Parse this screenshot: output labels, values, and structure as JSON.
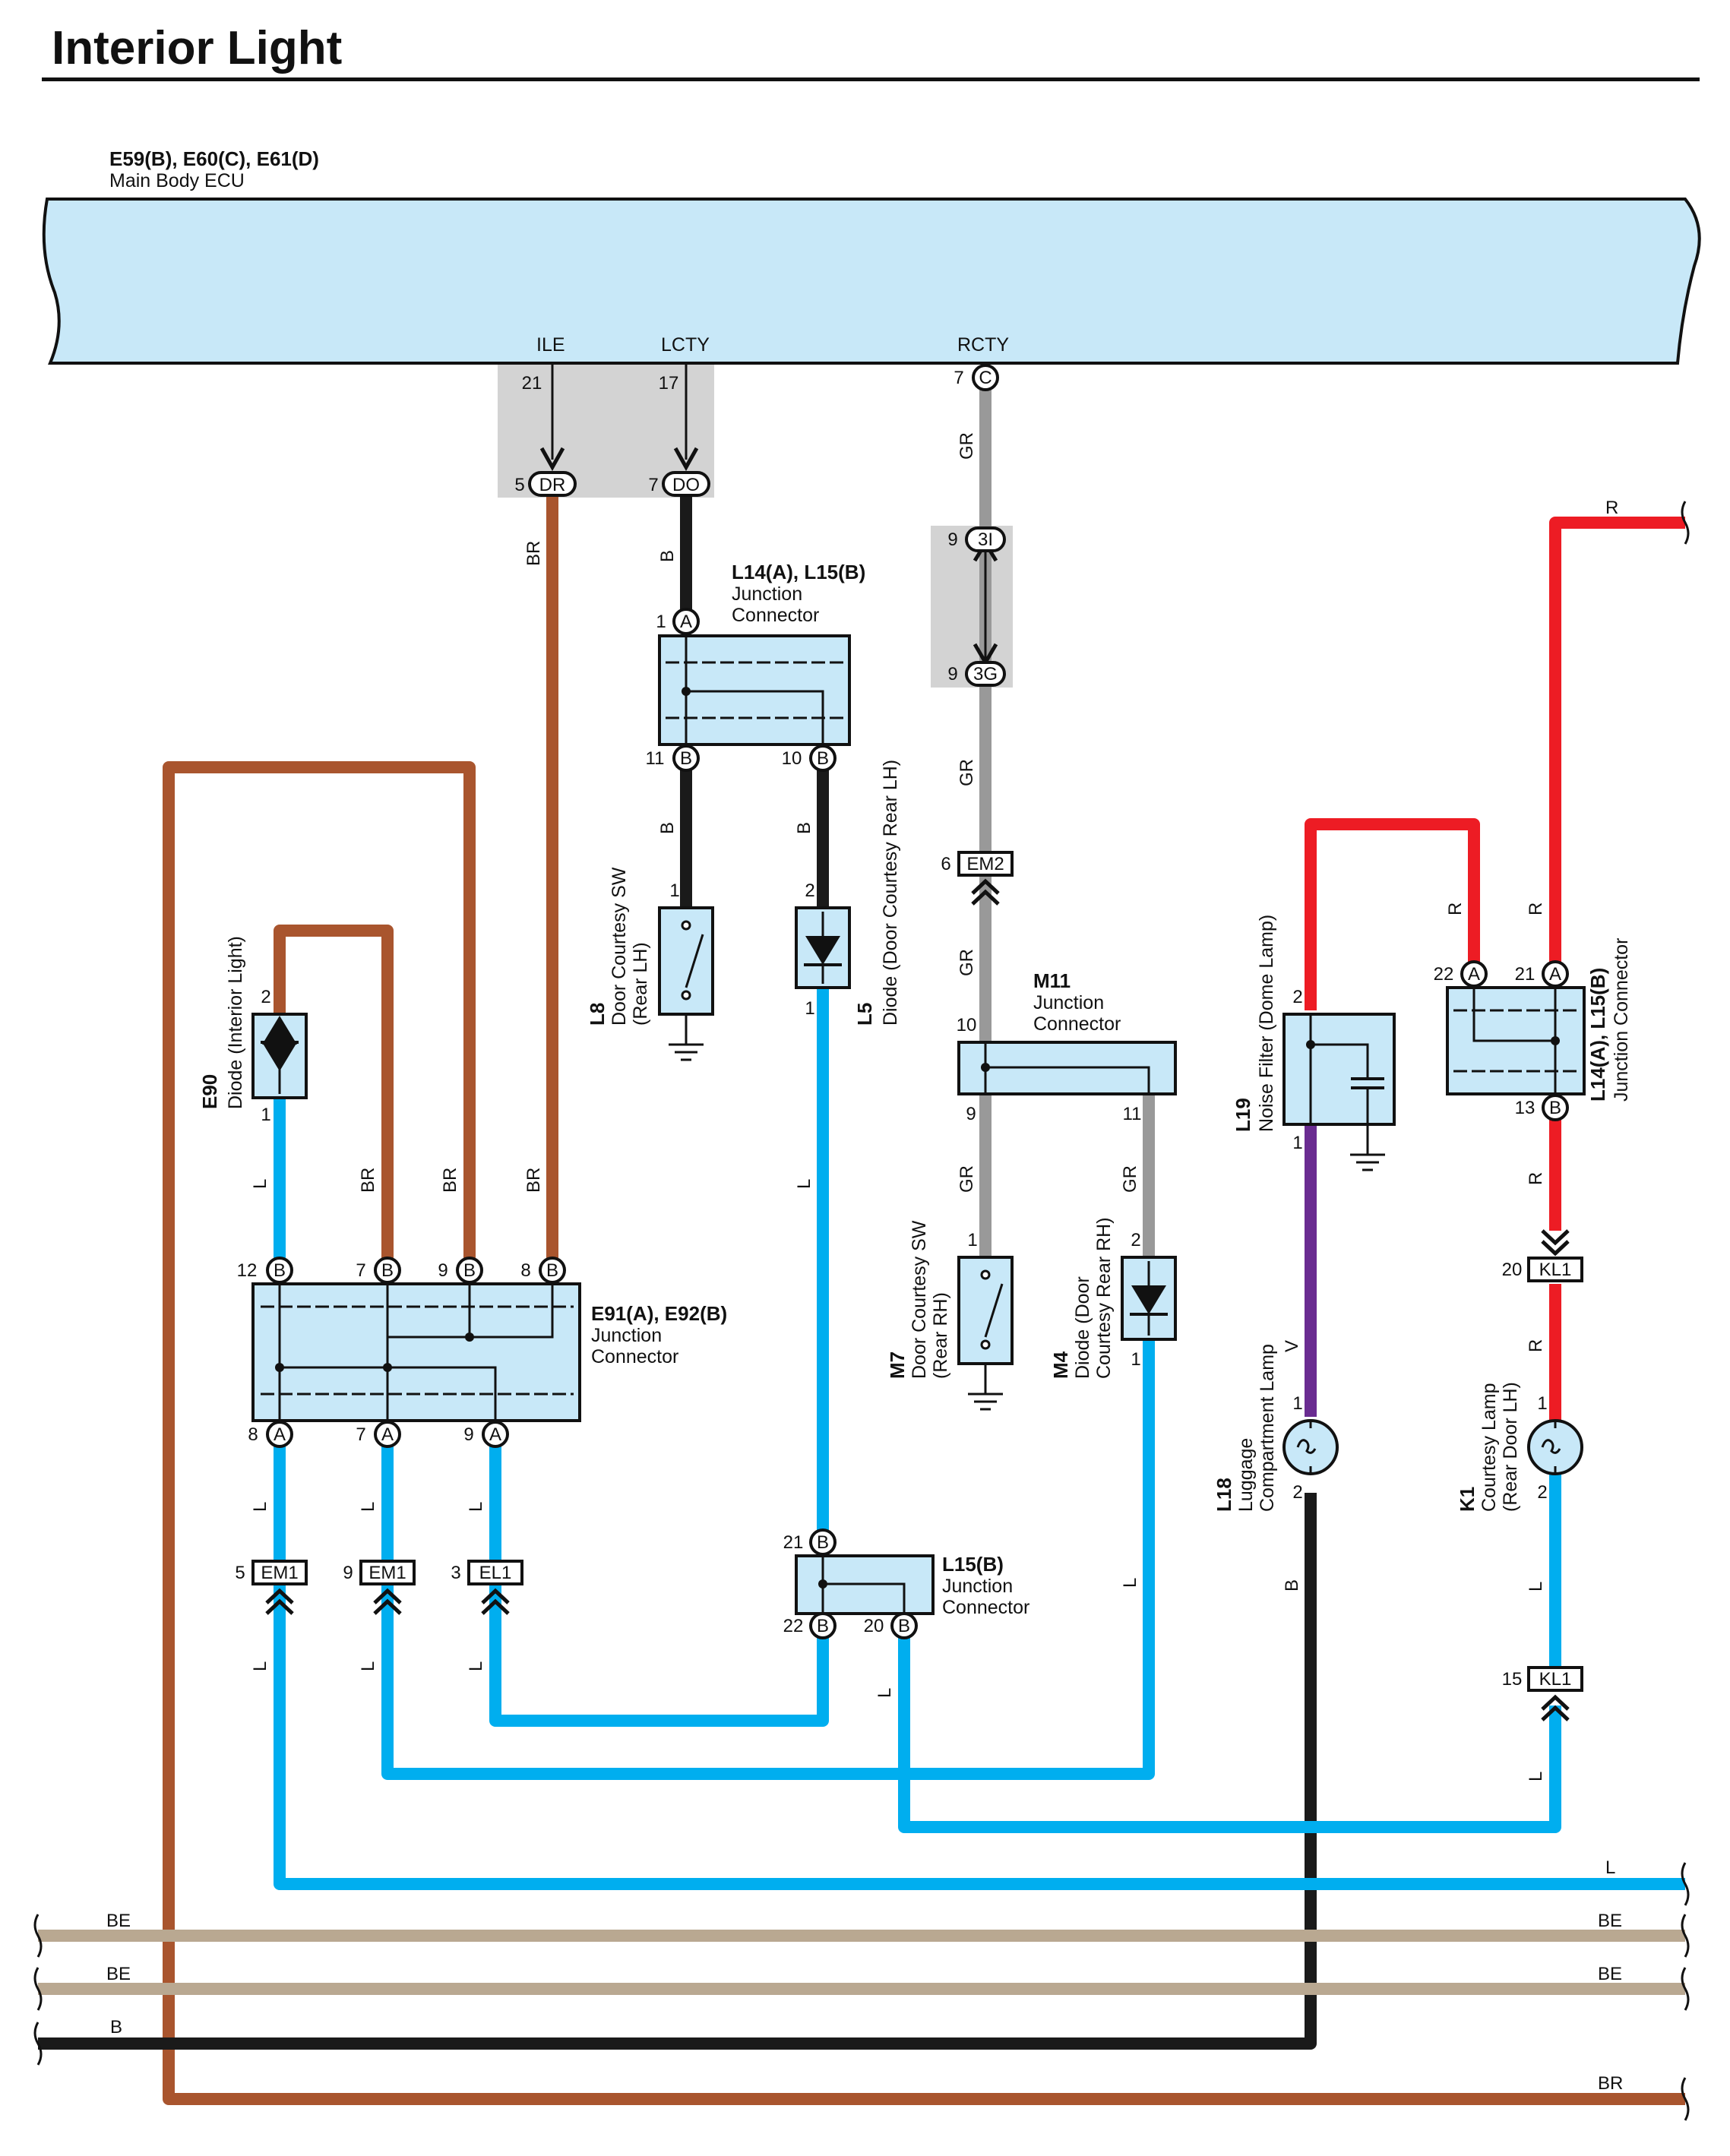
{
  "title": "Interior Light",
  "colors": {
    "BR": "#a9552e",
    "B": "#1a1a1a",
    "L": "#00aeef",
    "GR": "#999999",
    "R": "#ed1c24",
    "V": "#6a2c91",
    "BE": "#b9a891",
    "component_fill": "#c8e8f8",
    "shade": "#d3d3d3"
  },
  "ecu": {
    "name": "E59(B), E60(C), E61(D)",
    "desc": "Main Body ECU",
    "signals": {
      "ile": "ILE",
      "lcty": "LCTY",
      "rcty": "RCTY"
    },
    "pins": {
      "ile": "21",
      "lcty": "17",
      "rcty": "7",
      "rcty_conn": "C"
    }
  },
  "connectors": {
    "dr": {
      "code": "DR",
      "pin": "5"
    },
    "do": {
      "code": "DO",
      "pin": "7"
    },
    "c3i": {
      "code": "3I",
      "pin": "9"
    },
    "c3g": {
      "code": "3G",
      "pin": "9"
    },
    "em2": {
      "code": "EM2",
      "pin": "6"
    },
    "em1a": {
      "code": "EM1",
      "pin": "5"
    },
    "em1b": {
      "code": "EM1",
      "pin": "9"
    },
    "el1": {
      "code": "EL1",
      "pin": "3"
    },
    "kl1a": {
      "code": "KL1",
      "pin": "20"
    },
    "kl1b": {
      "code": "KL1",
      "pin": "15"
    }
  },
  "components": {
    "jc_top": {
      "name": "L14(A), L15(B)",
      "desc1": "Junction",
      "desc2": "Connector",
      "pin_in": "1",
      "pin_in_conn": "A",
      "pin_l": "11",
      "pin_r": "10",
      "pin_conn": "B"
    },
    "l8": {
      "name": "L8",
      "desc1": "Door Courtesy SW",
      "desc2": "(Rear LH)",
      "pin": "1"
    },
    "l5": {
      "name": "L5",
      "desc": "Diode (Door Courtesy Rear LH)",
      "pin_top": "2",
      "pin_bot": "1"
    },
    "e90": {
      "name": "E90",
      "desc": "Diode (Interior Light)",
      "pin_top": "2",
      "pin_bot": "1"
    },
    "e91": {
      "name": "E91(A), E92(B)",
      "desc1": "Junction",
      "desc2": "Connector",
      "top_pins": [
        "12",
        "7",
        "9",
        "8"
      ],
      "top_conn": "B",
      "bot_pins": [
        "8",
        "7",
        "9"
      ],
      "bot_conn": "A"
    },
    "m11": {
      "name": "M11",
      "desc1": "Junction",
      "desc2": "Connector",
      "pin_in": "10",
      "pin_l": "9",
      "pin_r": "11"
    },
    "m7": {
      "name": "M7",
      "desc1": "Door Courtesy SW",
      "desc2": "(Rear RH)",
      "pin": "1"
    },
    "m4": {
      "name": "M4",
      "desc1": "Diode (Door",
      "desc2": "Courtesy Rear RH)",
      "pin_top": "2",
      "pin_bot": "1"
    },
    "l19": {
      "name": "L19",
      "desc": "Noise Filter (Dome Lamp)",
      "pin_top": "2",
      "pin_bot": "1"
    },
    "l18": {
      "name": "L18",
      "desc1": "Luggage",
      "desc2": "Compartment Lamp",
      "pin_top": "1",
      "pin_bot": "2"
    },
    "jc_right": {
      "name": "L14(A), L15(B)",
      "desc": "Junction Connector",
      "pin_a": "22",
      "pin_b": "21",
      "pin_conn": "A",
      "pin_out": "13",
      "pin_out_conn": "B"
    },
    "k1": {
      "name": "K1",
      "desc1": "Courtesy Lamp",
      "desc2": "(Rear Door LH)",
      "pin_top": "1",
      "pin_bot": "2"
    },
    "l15b": {
      "name": "L15(B)",
      "desc1": "Junction",
      "desc2": "Connector",
      "pin_in": "21",
      "pin_l": "22",
      "pin_r": "20",
      "pin_conn": "B"
    }
  },
  "wire_labels": {
    "br": "BR",
    "b": "B",
    "l": "L",
    "gr": "GR",
    "r": "R",
    "v": "V",
    "be": "BE"
  }
}
